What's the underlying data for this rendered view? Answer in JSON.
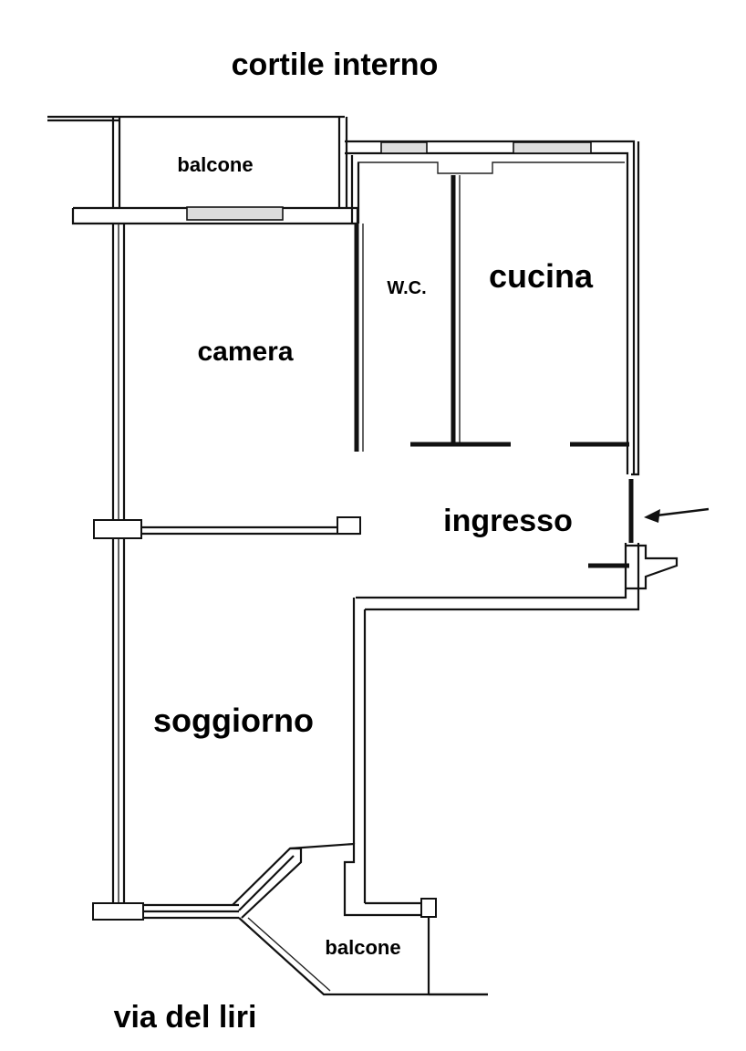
{
  "labels": {
    "courtyard": "cortile interno",
    "balcony_top": "balcone",
    "wc": "W.C.",
    "kitchen": "cucina",
    "bedroom": "camera",
    "entrance": "ingresso",
    "living": "soggiorno",
    "balcony_bottom": "balcone",
    "street": "via del liri"
  },
  "icons": {
    "entry_arrow": "arrow-left-icon"
  }
}
